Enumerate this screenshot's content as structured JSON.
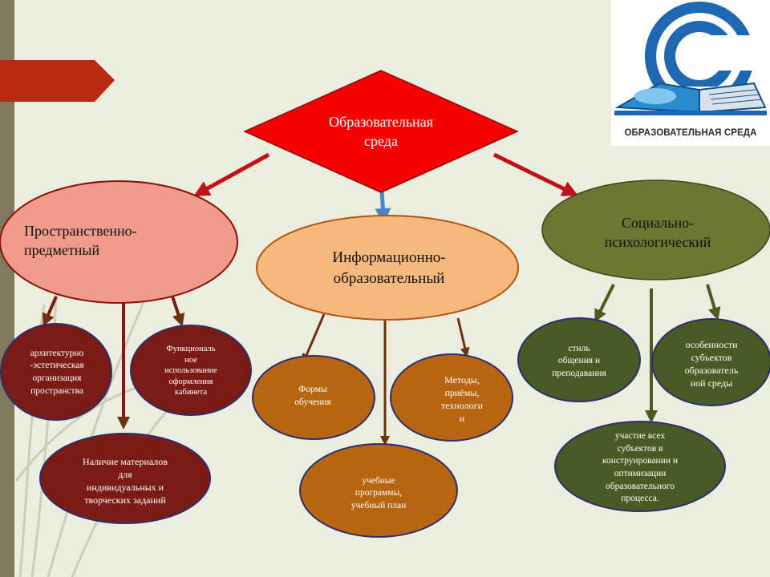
{
  "diagram": {
    "root": "Образовательная\nсреда",
    "branches": [
      {
        "label": "Пространственно-\nпредметный",
        "children": [
          "архитектурно\n-эстетическая\nорганизация\nпространства",
          "Функциональ\nное\nиспользование\nоформления\nкабинета",
          "Наличие материалов\nдля\nиндивидуальных и\nтворческих заданий"
        ]
      },
      {
        "label": "Информационно-\nобразовательный",
        "children": [
          "Формы\nобучения",
          "учебные\nпрограммы,\nучебный план",
          "Методы,\nприёмы,\nтехнологи\nи"
        ]
      },
      {
        "label": "Социально-\nпсихологический",
        "children": [
          "стиль\nобщения и\nпреподавания",
          "особенности\nсубъектов\nобразователь\nной среды",
          "участие всех\nсубъектов в\nконструировании и\nоптимизации\nобразовательного\nпроцесса."
        ]
      }
    ]
  },
  "logo": {
    "caption": "ОБРАЗОВАТЕЛЬНАЯ СРЕДА",
    "icon": "globe-book-laptop-icon"
  },
  "colors": {
    "background": "#ebeede",
    "root_fill": "#f70000",
    "branch1_fill": "#f19b8a",
    "branch2_fill": "#f6b87c",
    "branch3_fill": "#6c7732",
    "branch1_child_fill": "#7a1c15",
    "branch2_child_fill": "#b8650f",
    "branch3_child_fill": "#4a5a25",
    "arrow_red": "#c1121c",
    "arrow_blue": "#4a86c5",
    "arrow_brown": "#6e3211",
    "arrow_green": "#4d5a22",
    "accent_tab": "#b92a12",
    "sidebar": "#7f7a5d"
  }
}
